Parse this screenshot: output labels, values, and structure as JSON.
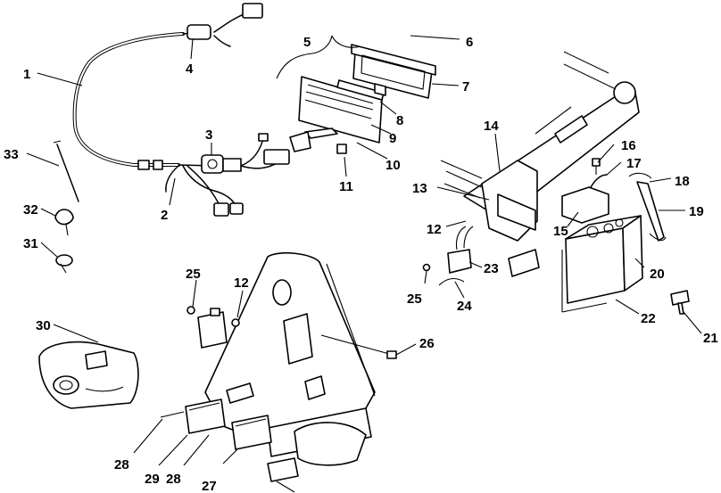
{
  "callouts": [
    {
      "id": "1",
      "text": "1"
    },
    {
      "id": "2",
      "text": "2"
    },
    {
      "id": "3",
      "text": "3"
    },
    {
      "id": "4",
      "text": "4"
    },
    {
      "id": "5",
      "text": "5"
    },
    {
      "id": "6",
      "text": "6"
    },
    {
      "id": "7",
      "text": "7"
    },
    {
      "id": "8",
      "text": "8"
    },
    {
      "id": "9",
      "text": "9"
    },
    {
      "id": "10",
      "text": "10"
    },
    {
      "id": "11",
      "text": "11"
    },
    {
      "id": "12a",
      "text": "12"
    },
    {
      "id": "12b",
      "text": "12"
    },
    {
      "id": "13",
      "text": "13"
    },
    {
      "id": "14",
      "text": "14"
    },
    {
      "id": "15",
      "text": "15"
    },
    {
      "id": "16",
      "text": "16"
    },
    {
      "id": "17",
      "text": "17"
    },
    {
      "id": "18",
      "text": "18"
    },
    {
      "id": "19",
      "text": "19"
    },
    {
      "id": "20",
      "text": "20"
    },
    {
      "id": "21",
      "text": "21"
    },
    {
      "id": "22",
      "text": "22"
    },
    {
      "id": "23",
      "text": "23"
    },
    {
      "id": "24",
      "text": "24"
    },
    {
      "id": "25a",
      "text": "25"
    },
    {
      "id": "25b",
      "text": "25"
    },
    {
      "id": "26",
      "text": "26"
    },
    {
      "id": "27",
      "text": "27"
    },
    {
      "id": "28a",
      "text": "28"
    },
    {
      "id": "28b",
      "text": "28"
    },
    {
      "id": "29",
      "text": "29"
    },
    {
      "id": "30",
      "text": "30"
    },
    {
      "id": "31",
      "text": "31"
    },
    {
      "id": "32",
      "text": "32"
    },
    {
      "id": "33",
      "text": "33"
    }
  ]
}
